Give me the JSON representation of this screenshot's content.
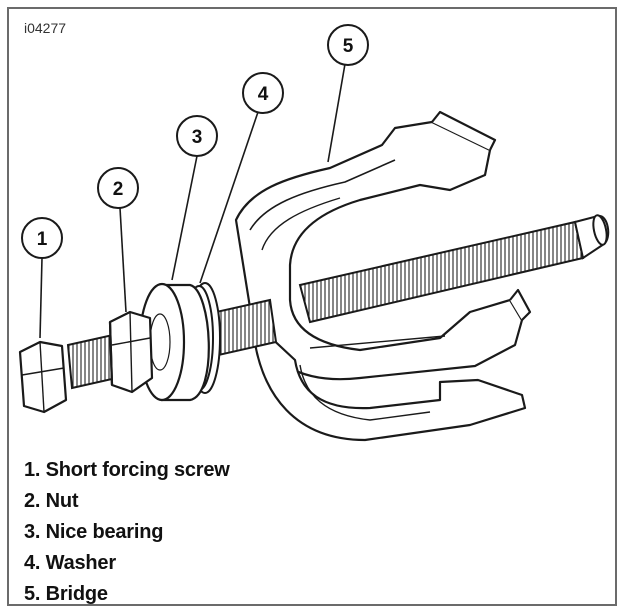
{
  "figure": {
    "id_label": "i04277"
  },
  "callouts": [
    {
      "number": "1"
    },
    {
      "number": "2"
    },
    {
      "number": "3"
    },
    {
      "number": "4"
    },
    {
      "number": "5"
    }
  ],
  "legend": [
    "1. Short forcing screw",
    "2. Nut",
    "3. Nice bearing",
    "4. Washer",
    "5. Bridge"
  ],
  "colors": {
    "line": "#1a1a1a",
    "frame": "#6b6b6b",
    "fill": "#ffffff"
  }
}
